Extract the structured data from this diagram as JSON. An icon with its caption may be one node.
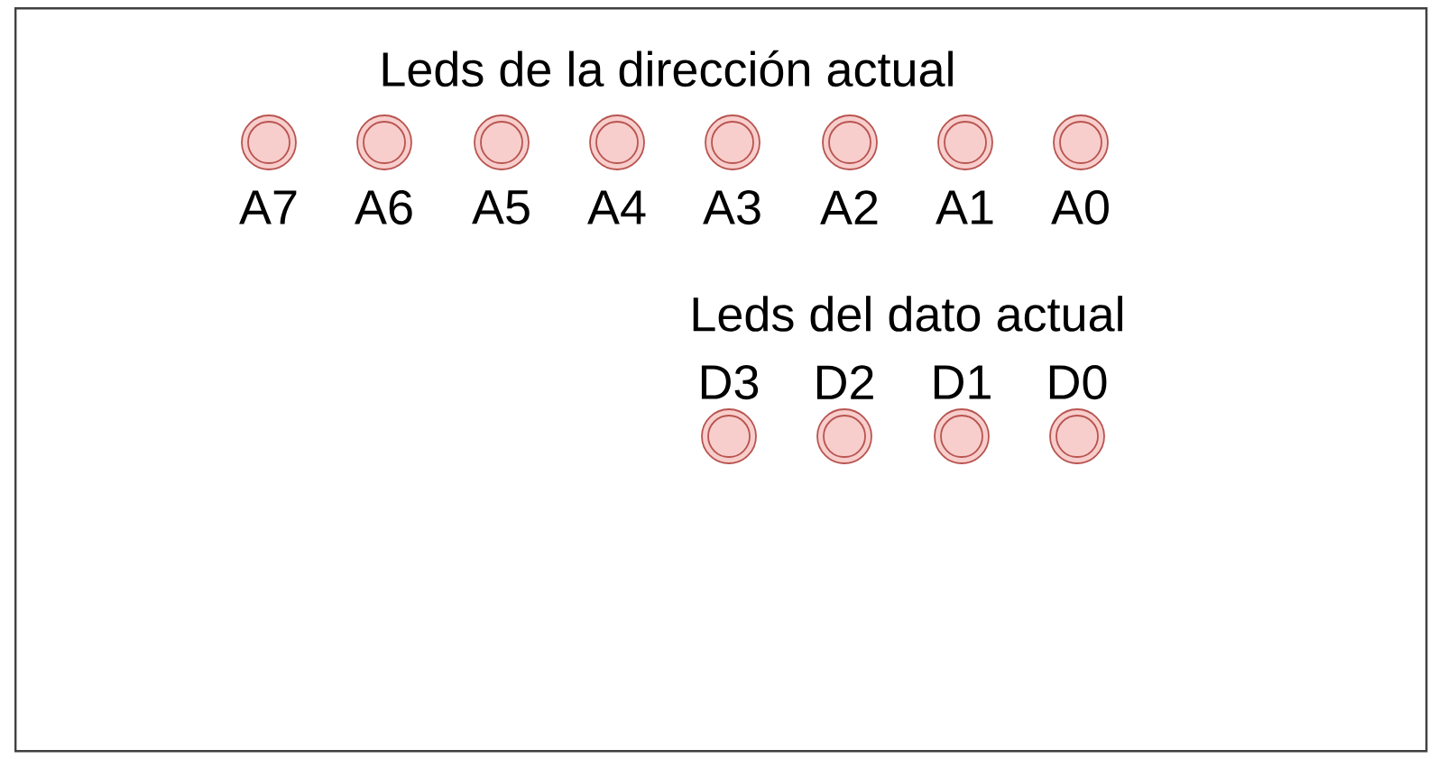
{
  "diagram": {
    "nodes": [
      {
        "text": [
          "Leds de la dirección actual",
          "Leds del dato actual"
        ]
      },
      {
        "text": [],
        "shape": "circle",
        "in": 0,
        "beside": [
          "A7"
        ]
      },
      {
        "text": [],
        "shape": "circle",
        "in": 0,
        "beside": [
          "A6"
        ]
      },
      {
        "text": [],
        "shape": "circle",
        "in": 0,
        "beside": [
          "A5"
        ]
      },
      {
        "text": [],
        "shape": "circle",
        "in": 0,
        "beside": [
          "A4"
        ]
      },
      {
        "text": [],
        "shape": "circle",
        "in": 0,
        "beside": [
          "A3"
        ]
      },
      {
        "text": [],
        "shape": "circle",
        "in": 0,
        "beside": [
          "A2"
        ]
      },
      {
        "text": [],
        "shape": "circle",
        "in": 0,
        "beside": [
          "A1"
        ]
      },
      {
        "text": [],
        "shape": "circle",
        "in": 0,
        "beside": [
          "A0"
        ]
      },
      {
        "text": [],
        "shape": "circle",
        "in": 0,
        "beside": [
          "D3"
        ]
      },
      {
        "text": [],
        "shape": "circle",
        "in": 0,
        "beside": [
          "D2"
        ]
      },
      {
        "text": [],
        "shape": "circle",
        "in": 0,
        "beside": [
          "D1"
        ]
      },
      {
        "text": [],
        "shape": "circle",
        "in": 0,
        "beside": [
          "D0"
        ]
      }
    ]
  }
}
